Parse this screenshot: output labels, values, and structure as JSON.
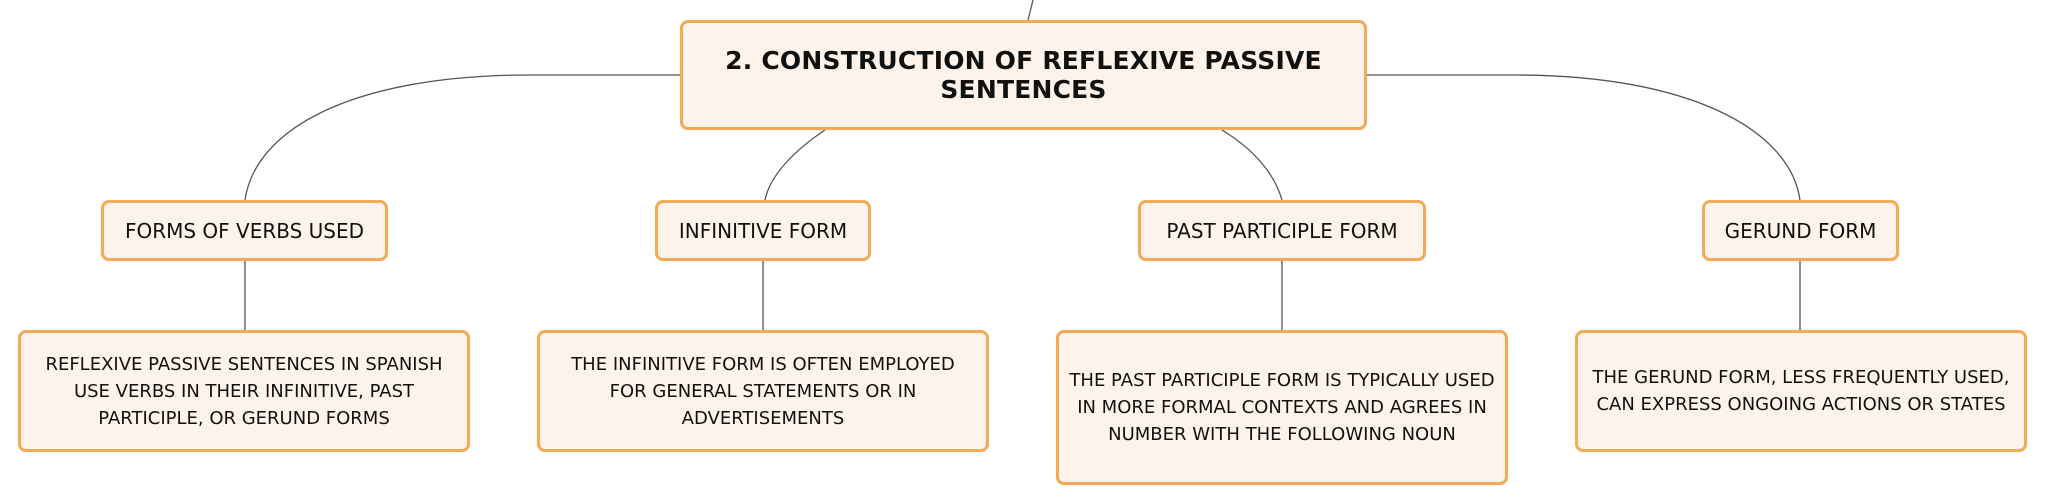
{
  "root": {
    "label": "2. CONSTRUCTION OF REFLEXIVE PASSIVE SENTENCES"
  },
  "branches": [
    {
      "label": "FORMS OF VERBS USED",
      "detail": "REFLEXIVE PASSIVE SENTENCES IN SPANISH USE VERBS IN THEIR INFINITIVE, PAST PARTICIPLE, OR GERUND FORMS"
    },
    {
      "label": "INFINITIVE FORM",
      "detail": "THE INFINITIVE FORM IS OFTEN EMPLOYED FOR GENERAL STATEMENTS OR IN ADVERTISEMENTS"
    },
    {
      "label": "PAST PARTICIPLE FORM",
      "detail": "THE PAST PARTICIPLE FORM IS TYPICALLY USED IN MORE FORMAL CONTEXTS AND AGREES IN NUMBER WITH THE FOLLOWING NOUN"
    },
    {
      "label": "GERUND FORM",
      "detail": "THE GERUND FORM, LESS FREQUENTLY USED, CAN EXPRESS ONGOING ACTIONS OR STATES"
    }
  ],
  "colors": {
    "node_fill": "#fdf3ea",
    "node_border": "#f2ac57",
    "connector": "#555555",
    "text": "#111111"
  }
}
